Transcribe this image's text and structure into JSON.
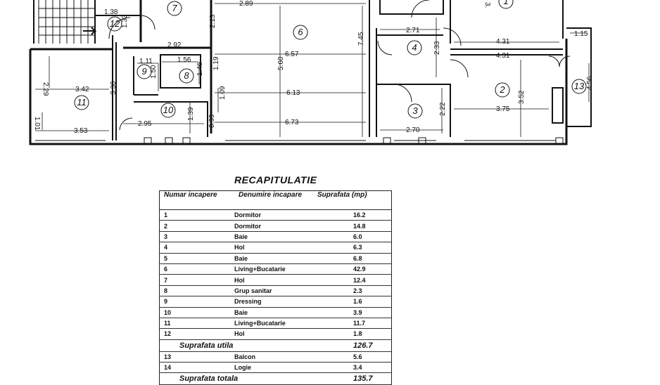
{
  "floor_plan": {
    "rooms": [
      {
        "number": "1"
      },
      {
        "number": "2"
      },
      {
        "number": "3"
      },
      {
        "number": "4"
      },
      {
        "number": "6"
      },
      {
        "number": "7"
      },
      {
        "number": "8"
      },
      {
        "number": "9"
      },
      {
        "number": "10"
      },
      {
        "number": "11"
      },
      {
        "number": "12"
      },
      {
        "number": "13"
      }
    ],
    "dimensions": {
      "d138": "1.38",
      "d133": "1.33",
      "d289": "2.89",
      "d213": "2.13",
      "d745": "7.45",
      "d271": "2.71",
      "d233": "2.33",
      "d431a": "4.31",
      "d431b": "4.31",
      "d115": "1.15",
      "d456": "4.56",
      "d292": "2.92",
      "d111": "1.11",
      "d150": "1.50",
      "d156": "1.56",
      "d146": "1.46",
      "d119": "1.19",
      "d657": "6.57",
      "d560": "5.60",
      "d342": "3.42",
      "d330": "3.30",
      "d229": "2.29",
      "d109": "1.09",
      "d613": "6.13",
      "d222": "2.22",
      "d352": "3.52",
      "d375": "3.75",
      "d139": "1.39",
      "d295": "2.95",
      "d099": "0.99",
      "d673": "6.73",
      "d353": "3.53",
      "d101": "1.01",
      "d270": "2.70",
      "d3": "3."
    }
  },
  "recap": {
    "title": "RECAPITULATIE",
    "headers": {
      "numar": "Numar incapere",
      "denumire": "Denumire incapare",
      "suprafata": "Suprafata (mp)"
    },
    "rows": [
      {
        "nr": "1",
        "name": "Dormitor",
        "area": "16.2"
      },
      {
        "nr": "2",
        "name": "Dormitor",
        "area": "14.8"
      },
      {
        "nr": "3",
        "name": "Baie",
        "area": "6.0"
      },
      {
        "nr": "4",
        "name": "Hol",
        "area": "6.3"
      },
      {
        "nr": "5",
        "name": "Baie",
        "area": "6.8"
      },
      {
        "nr": "6",
        "name": "Living+Bucatarie",
        "area": "42.9"
      },
      {
        "nr": "7",
        "name": "Hol",
        "area": "12.4"
      },
      {
        "nr": "8",
        "name": "Grup sanitar",
        "area": "2.3"
      },
      {
        "nr": "9",
        "name": "Dressing",
        "area": "1.6"
      },
      {
        "nr": "10",
        "name": "Baie",
        "area": "3.9"
      },
      {
        "nr": "11",
        "name": "Living+Bucatarie",
        "area": "11.7"
      },
      {
        "nr": "12",
        "name": "Hol",
        "area": "1.8"
      }
    ],
    "subtotal_label": "Suprafata utila",
    "subtotal_value": "126.7",
    "extra_rows": [
      {
        "nr": "13",
        "name": "Balcon",
        "area": "5.6"
      },
      {
        "nr": "14",
        "name": "Logie",
        "area": "3.4"
      }
    ],
    "total_label": "Suprafata totala",
    "total_value": "135.7"
  }
}
